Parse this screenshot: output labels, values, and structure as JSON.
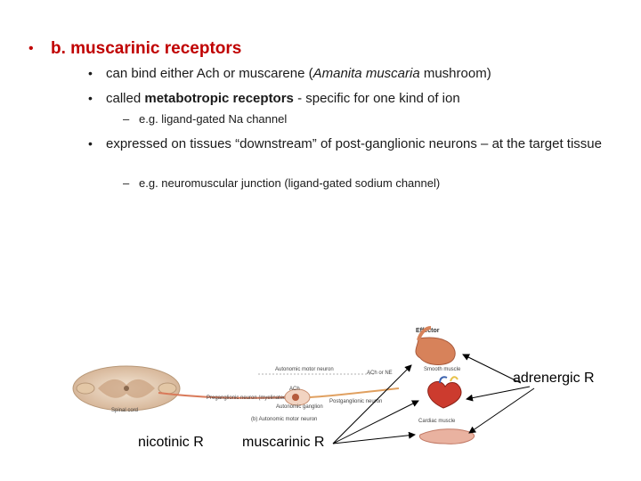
{
  "slide": {
    "title": "b. muscarinic receptors",
    "line1_prefix": "can bind either Ach or muscarene (",
    "line1_italic": "Amanita muscaria",
    "line1_suffix": " mushroom)",
    "line2_prefix": "called ",
    "line2_bold": "metabotropic receptors",
    "line2_suffix": " - specific for one kind of ion",
    "sub1": "e.g. ligand-gated Na channel",
    "line3": "expressed on tissues “downstream” of post-ganglionic neurons – at the target tissue",
    "sub2": "e.g. neuromuscular junction (ligand-gated sodium channel)"
  },
  "figure": {
    "labels": {
      "effector": "Effector",
      "autonomic_motor_neuron": "Autonomic motor neuron",
      "ach_or_ne": "ACh or NE",
      "smooth_muscle": "Smooth muscle",
      "ach": "ACh",
      "preganglionic_neuron": "Preganglionic neuron (myelinated)",
      "postganglionic_neuron": "Postganglionic neuron",
      "autonomic_ganglion": "Autonomic ganglion",
      "spinal_cord": "Spinal cord",
      "cardiac_muscle": "Cardiac muscle",
      "caption": "(b) Autonomic motor neuron"
    }
  },
  "annotations": {
    "nicotinic": "nicotinic R",
    "muscarinic": "muscarinic R",
    "adrenergic": "adrenergic R"
  },
  "colors": {
    "title": "#c00000",
    "text": "#1a1a1a",
    "arrow": "#000000"
  }
}
